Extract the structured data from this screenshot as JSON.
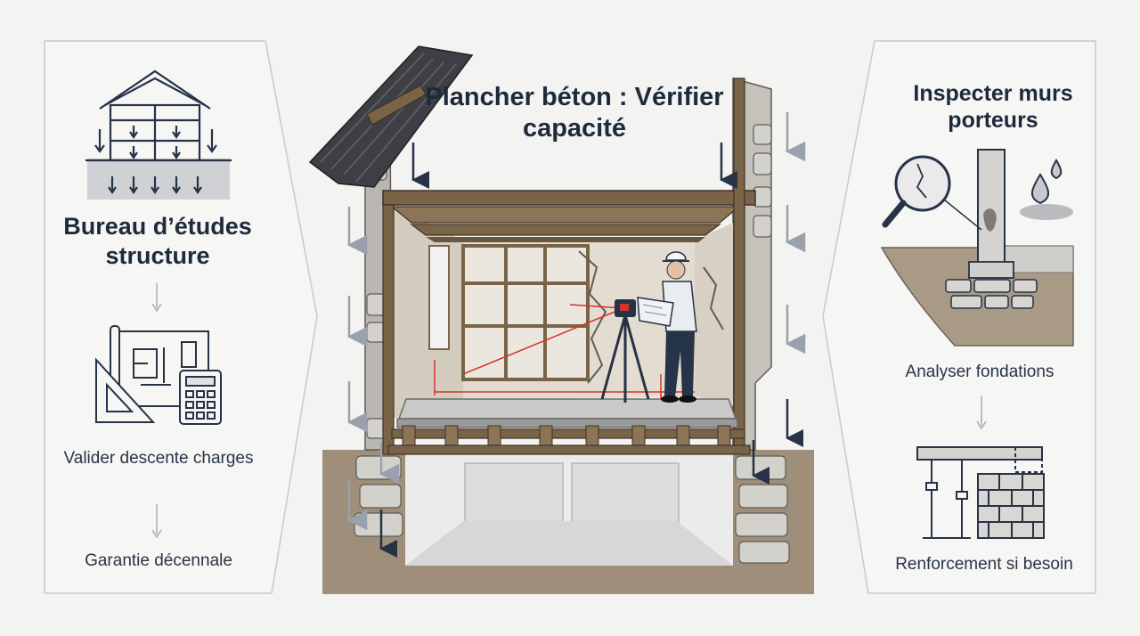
{
  "left_panel": {
    "title": "Bureau d’études structure",
    "step_1": "Valider descente charges",
    "step_2": "Garantie décennale",
    "icons": [
      "house-load-icon",
      "blueprint-icon",
      "set-square-icon",
      "calculator-icon"
    ]
  },
  "center_panel": {
    "title": "Plancher béton : Vérifier capacité"
  },
  "right_panel": {
    "title": "Inspecter murs porteurs",
    "step_1": "Analyser fondations",
    "step_2": "Renforcement si besoin",
    "icons": [
      "magnifier-crack-icon",
      "water-drop-icon",
      "foundation-icon",
      "shoring-props-icon"
    ]
  },
  "colors": {
    "background": "#f3f3f2",
    "text": "#1e2a3b",
    "panel_border": "#c9c9c9",
    "wood": "#7a6448",
    "stone": "#b9b7b1",
    "soil": "#9e8e7a",
    "laser": "#d8322e"
  }
}
